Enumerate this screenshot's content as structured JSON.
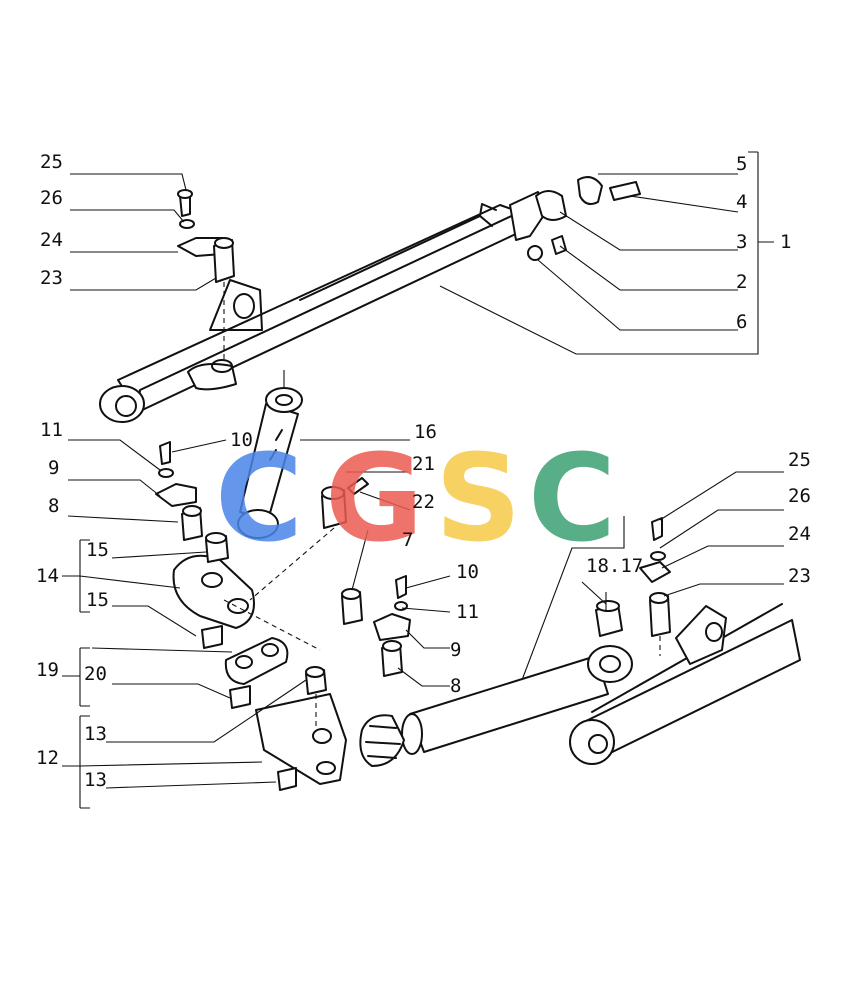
{
  "watermark": {
    "letters": [
      "C",
      "G",
      "S",
      "C"
    ],
    "colors": [
      "#4a86e8",
      "#ea5b52",
      "#f7c948",
      "#3ca172"
    ]
  },
  "callouts": {
    "c1": "1",
    "c2": "2",
    "c3": "3",
    "c4": "4",
    "c5": "5",
    "c6": "6",
    "c7": "7",
    "c8a": "8",
    "c8b": "8",
    "c9a": "9",
    "c9b": "9",
    "c10a": "10",
    "c10b": "10",
    "c11a": "11",
    "c11b": "11",
    "c12": "12",
    "c13a": "13",
    "c13b": "13",
    "c14": "14",
    "c15a": "15",
    "c15b": "15",
    "c16": "16",
    "c1817": "18.17",
    "c19": "19",
    "c20": "20",
    "c21": "21",
    "c22": "22",
    "c23a": "23",
    "c23b": "23",
    "c24a": "24",
    "c24b": "24",
    "c25a": "25",
    "c25b": "25",
    "c26a": "26",
    "c26b": "26"
  }
}
